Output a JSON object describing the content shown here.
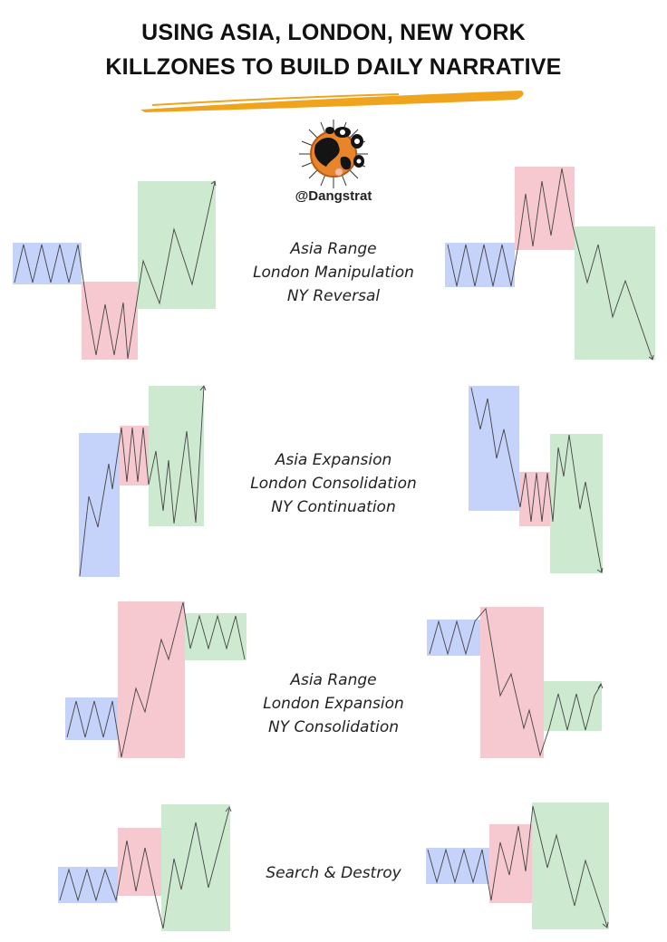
{
  "header": {
    "title_line1": "USING ASIA, LONDON, NEW YORK",
    "title_line2": "KILLZONES TO BUILD DAILY NARRATIVE",
    "underline_color": "#f0a31c",
    "handle": "@Dangstrat"
  },
  "logo": {
    "icon": "globe-logo-icon"
  },
  "colors": {
    "asia": "#c5d2fa",
    "london": "#f6c9d0",
    "ny": "#cde9cf",
    "line": "#444444"
  },
  "rows": [
    {
      "labels": [
        "Asia Range",
        "London Manipulation",
        "NY Reversal"
      ]
    },
    {
      "labels": [
        "Asia Expansion",
        "London Consolidation",
        "NY Continuation"
      ]
    },
    {
      "labels": [
        "Asia Range",
        "London Expansion",
        "NY Consolidation"
      ]
    },
    {
      "labels": [
        "Search & Destroy"
      ]
    }
  ]
}
